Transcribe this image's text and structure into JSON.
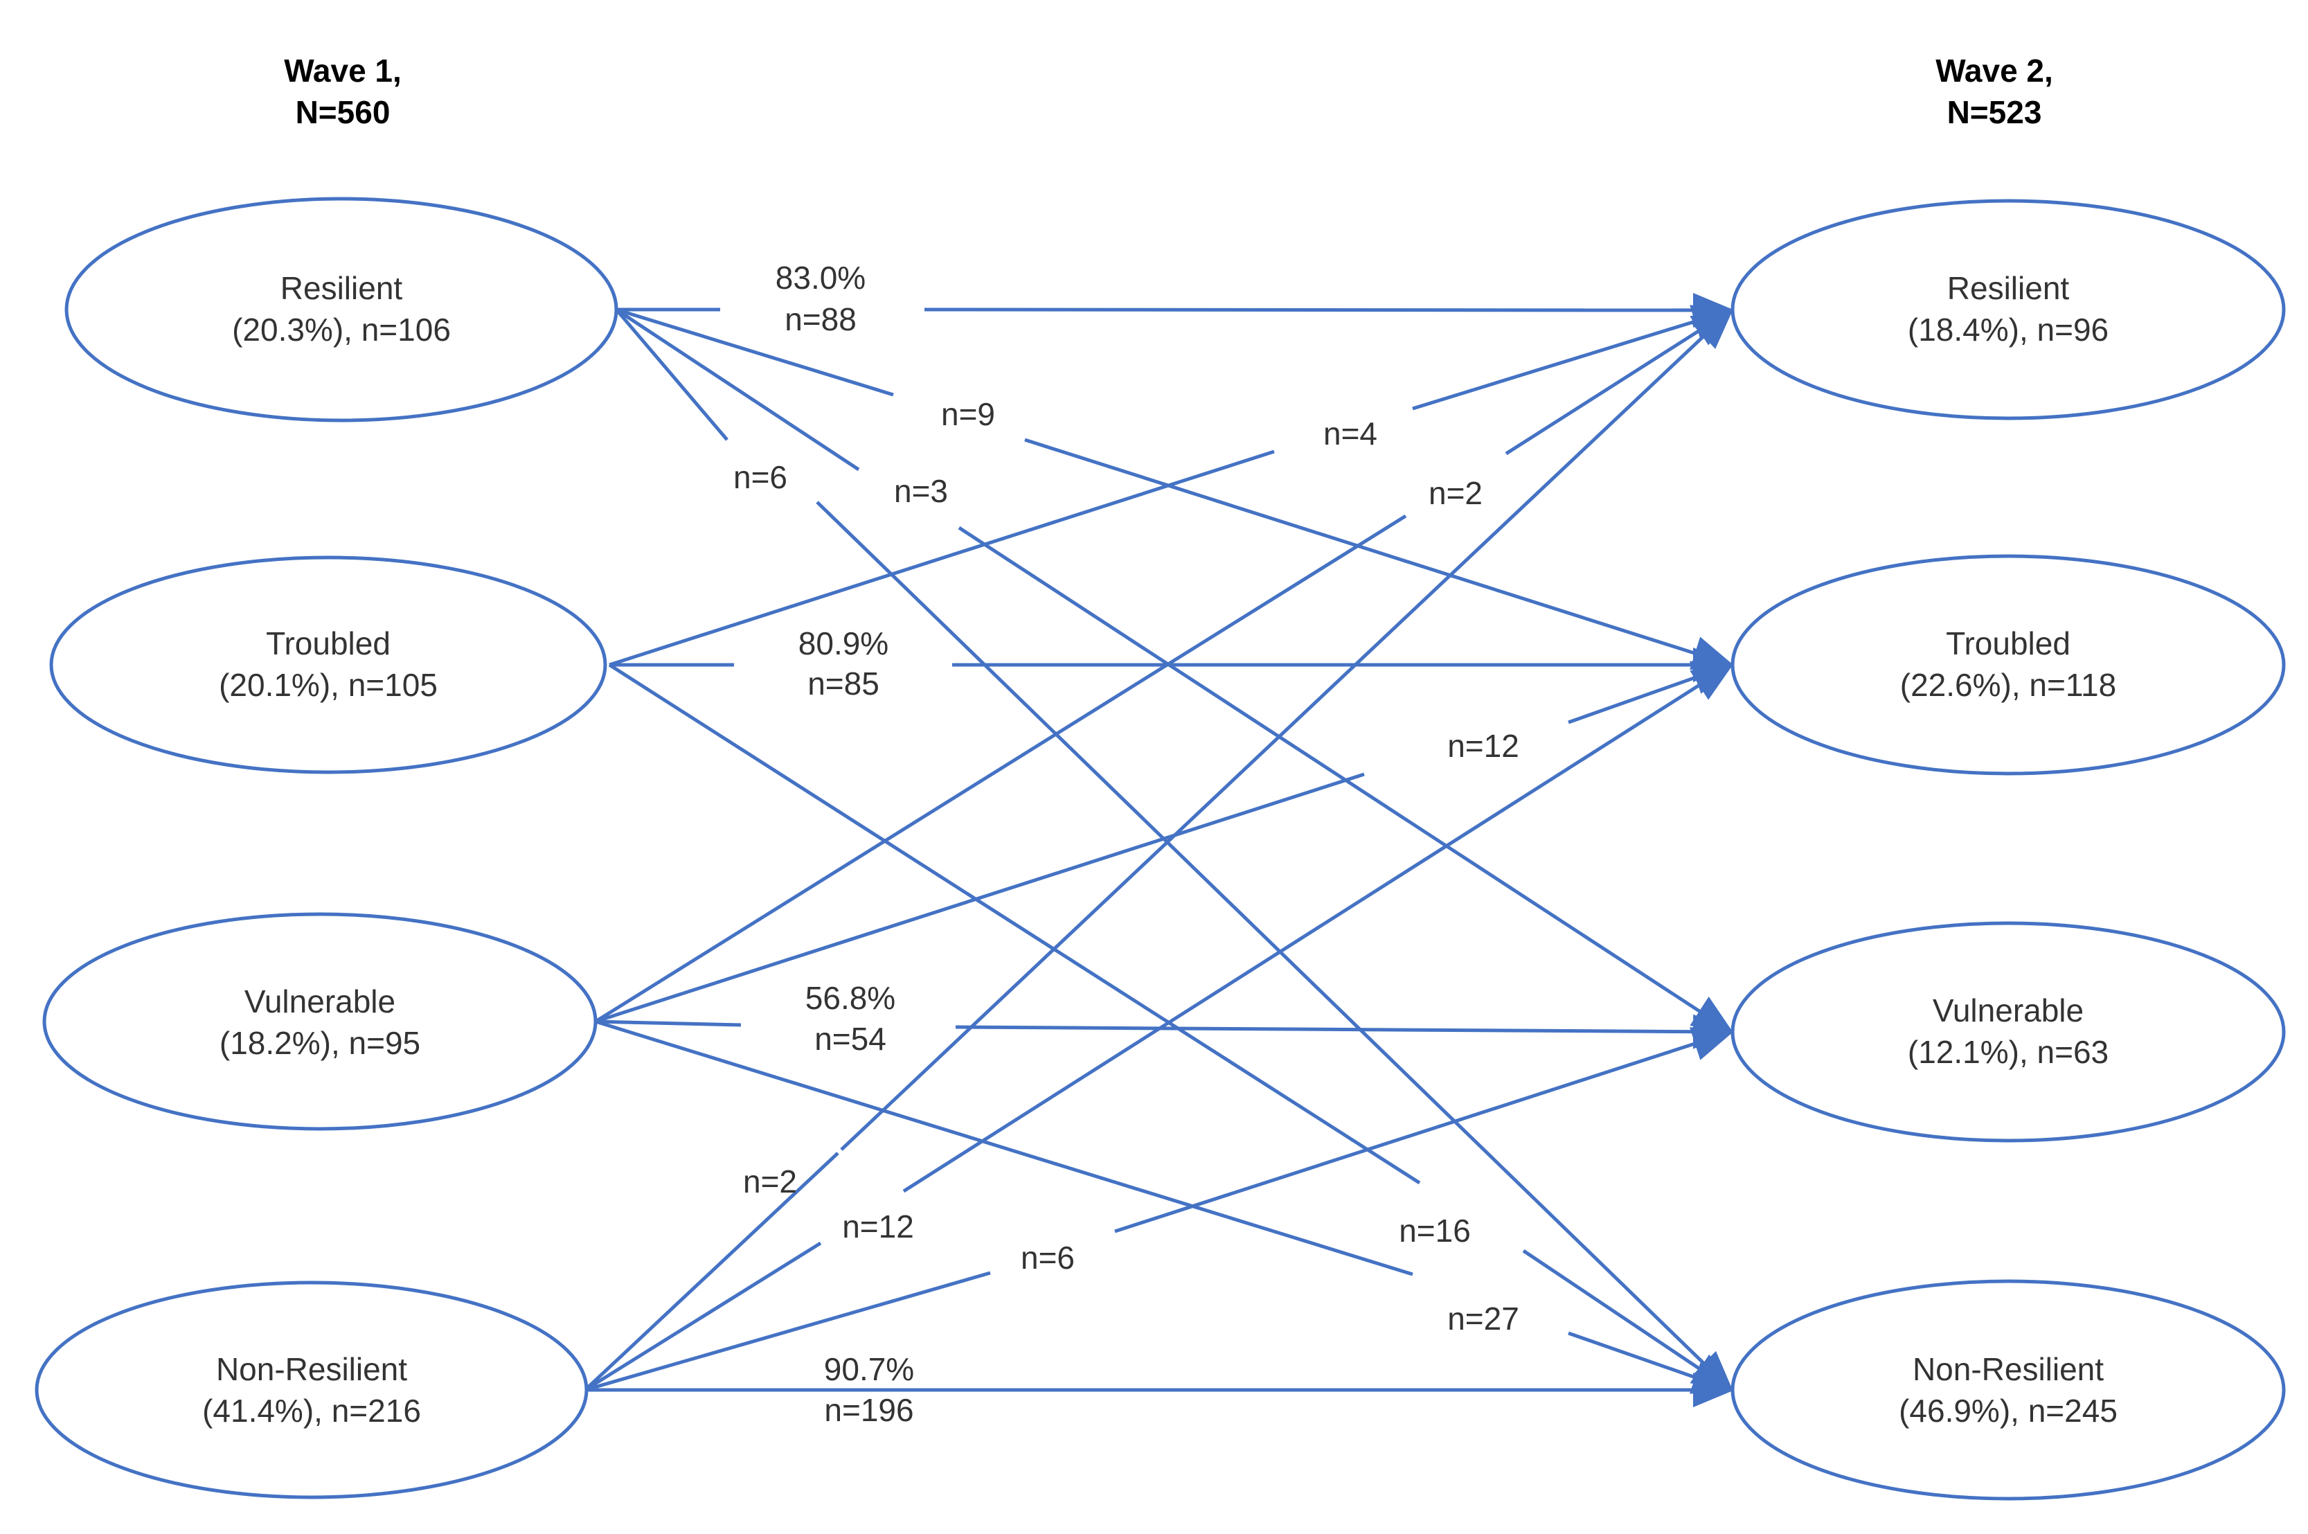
{
  "accent_color": "#4472C4",
  "waves": {
    "left": {
      "title": "Wave 1,",
      "n": "N=560"
    },
    "right": {
      "title": "Wave 2,",
      "n": "N=523"
    }
  },
  "wave1_nodes": [
    {
      "name": "Resilient",
      "stats": "(20.3%), n=106"
    },
    {
      "name": "Troubled",
      "stats": "(20.1%), n=105"
    },
    {
      "name": "Vulnerable",
      "stats": "(18.2%), n=95"
    },
    {
      "name": "Non-Resilient",
      "stats": "(41.4%), n=216"
    }
  ],
  "wave2_nodes": [
    {
      "name": "Resilient",
      "stats": "(18.4%), n=96"
    },
    {
      "name": "Troubled",
      "stats": "(22.6%), n=118"
    },
    {
      "name": "Vulnerable",
      "stats": "(12.1%), n=63"
    },
    {
      "name": "Non-Resilient",
      "stats": "(46.9%), n=245"
    }
  ],
  "transitions": [
    {
      "from": "Resilient",
      "to": "Resilient",
      "pct": "83.0%",
      "n": "n=88"
    },
    {
      "from": "Resilient",
      "to": "Troubled",
      "n": "n=9"
    },
    {
      "from": "Resilient",
      "to": "Vulnerable",
      "n": "n=3"
    },
    {
      "from": "Resilient",
      "to": "Non-Resilient",
      "n": "n=6"
    },
    {
      "from": "Troubled",
      "to": "Resilient",
      "n": "n=4"
    },
    {
      "from": "Troubled",
      "to": "Troubled",
      "pct": "80.9%",
      "n": "n=85"
    },
    {
      "from": "Troubled",
      "to": "Non-Resilient",
      "n": "n=16"
    },
    {
      "from": "Vulnerable",
      "to": "Resilient",
      "n": "n=2"
    },
    {
      "from": "Vulnerable",
      "to": "Troubled",
      "n": "n=12"
    },
    {
      "from": "Vulnerable",
      "to": "Vulnerable",
      "pct": "56.8%",
      "n": "n=54"
    },
    {
      "from": "Vulnerable",
      "to": "Non-Resilient",
      "n": "n=27"
    },
    {
      "from": "Non-Resilient",
      "to": "Resilient",
      "n": "n=2"
    },
    {
      "from": "Non-Resilient",
      "to": "Troubled",
      "n": "n=12"
    },
    {
      "from": "Non-Resilient",
      "to": "Vulnerable",
      "n": "n=6"
    },
    {
      "from": "Non-Resilient",
      "to": "Non-Resilient",
      "pct": "90.7%",
      "n": "n=196"
    }
  ]
}
